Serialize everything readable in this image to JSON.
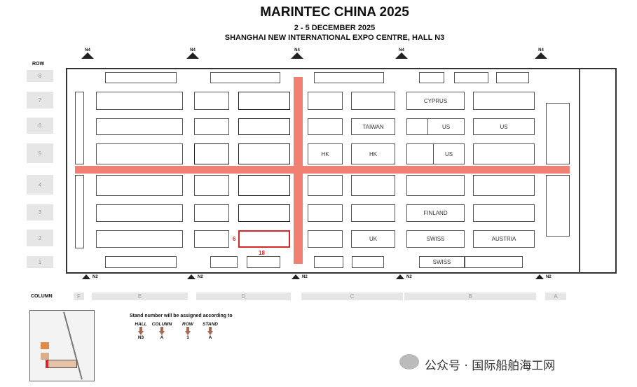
{
  "title": "MARINTEC CHINA 2025",
  "dates": "2 - 5 DECEMBER 2025",
  "venue": "SHANGHAI NEW INTERNATIONAL EXPO CENTRE, HALL N3",
  "row_header": "ROW",
  "rows": [
    "8",
    "7",
    "6",
    "5",
    "4",
    "3",
    "2",
    "1"
  ],
  "column_header": "COLUMN",
  "columns": [
    "F",
    "E",
    "D",
    "C",
    "B",
    "A"
  ],
  "top_exit": "N4",
  "bottom_exit": "N2",
  "stand_labels": {
    "cyprus": "CYPRUS",
    "taiwan": "TAIWAN",
    "us": "US",
    "hk": "HK",
    "finland": "FINLAND",
    "uk": "UK",
    "swiss": "SWISS",
    "austria": "AUSTRIA"
  },
  "highlight": {
    "depth": "6",
    "width": "18",
    "color": "#d62828"
  },
  "aisle_color": "#f08072",
  "legend": {
    "title": "Stand number will be assigned according to",
    "headers": [
      "HALL",
      "COLUMN",
      "ROW",
      "STAND"
    ],
    "values": [
      "N3",
      "A",
      "1",
      "A"
    ]
  },
  "watermark": "公众号 · 国际船舶海工网"
}
